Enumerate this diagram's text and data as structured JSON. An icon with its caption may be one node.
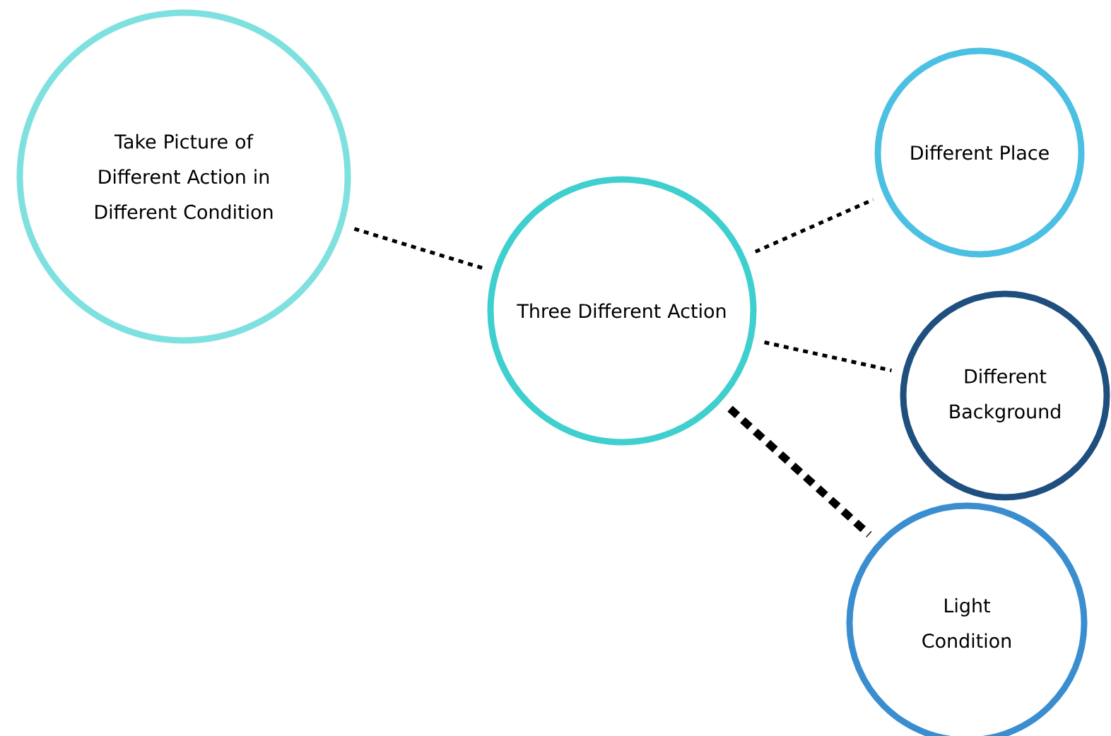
{
  "diagram": {
    "nodes": [
      {
        "text": [
          "Take Picture of Different Action in Different Condition"
        ]
      },
      {
        "text": [
          "Three Different Action"
        ]
      },
      {
        "text": [
          "Different Place"
        ]
      },
      {
        "text": [
          "Different Background"
        ]
      },
      {
        "text": [
          "Light Condition"
        ]
      }
    ],
    "edges": [
      {
        "from": 0,
        "to": 1,
        "arrow": "none"
      },
      {
        "from": 1,
        "to": 2,
        "arrow": "none"
      },
      {
        "from": 1,
        "to": 3,
        "arrow": "none"
      },
      {
        "from": 1,
        "to": 4,
        "arrow": "none",
        "style": "dashed"
      }
    ]
  }
}
